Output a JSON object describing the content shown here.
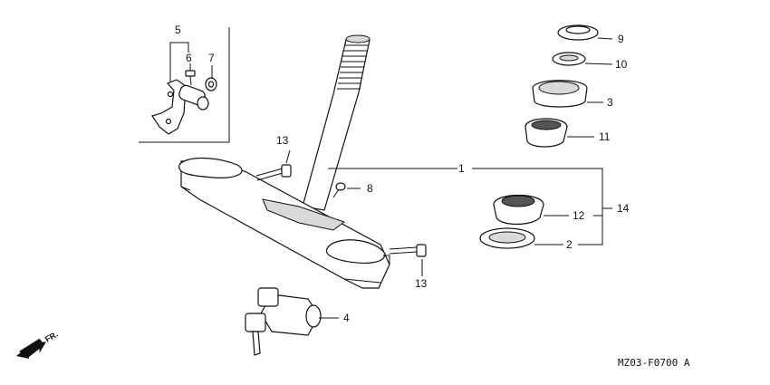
{
  "callouts": {
    "c1": "1",
    "c2": "2",
    "c3": "3",
    "c4": "4",
    "c5": "5",
    "c6": "6",
    "c7": "7",
    "c8": "8",
    "c9": "9",
    "c10": "10",
    "c11": "11",
    "c12": "12",
    "c13a": "13",
    "c13b": "13",
    "c14": "14"
  },
  "direction_label": "FR.",
  "diagram_code": "MZ03-F0700 A"
}
